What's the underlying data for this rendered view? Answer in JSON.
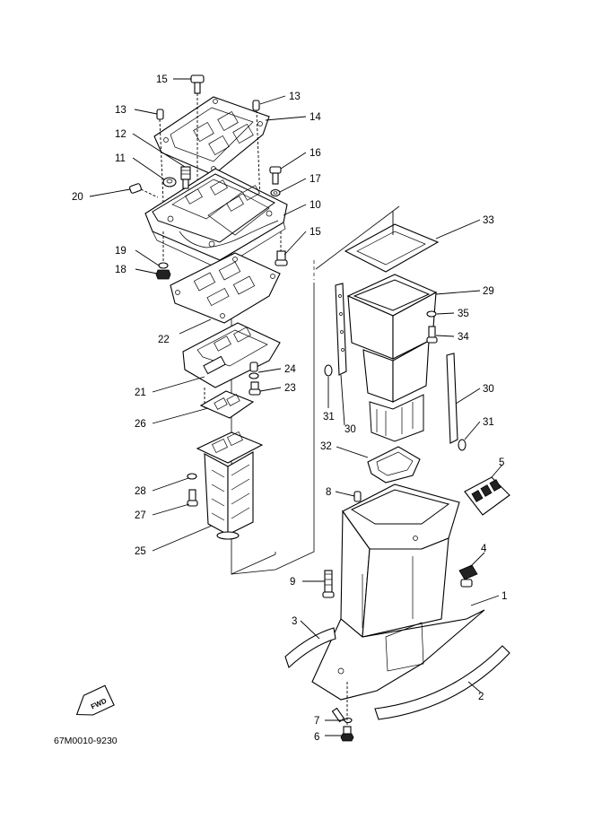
{
  "drawing_code": "67M0010-9230",
  "fwd_label": "FWD",
  "callouts": {
    "c1": "1",
    "c2": "2",
    "c3": "3",
    "c4": "4",
    "c5": "5",
    "c6": "6",
    "c7": "7",
    "c8": "8",
    "c9": "9",
    "c10": "10",
    "c11": "11",
    "c12": "12",
    "c13a": "13",
    "c13b": "13",
    "c14": "14",
    "c15a": "15",
    "c15b": "15",
    "c16": "16",
    "c17": "17",
    "c18": "18",
    "c19": "19",
    "c20": "20",
    "c21": "21",
    "c22": "22",
    "c23": "23",
    "c24": "24",
    "c25": "25",
    "c26": "26",
    "c27": "27",
    "c28": "28",
    "c29": "29",
    "c30a": "30",
    "c30b": "30",
    "c31a": "31",
    "c31b": "31",
    "c32": "32",
    "c33": "33",
    "c34": "34",
    "c35": "35"
  }
}
